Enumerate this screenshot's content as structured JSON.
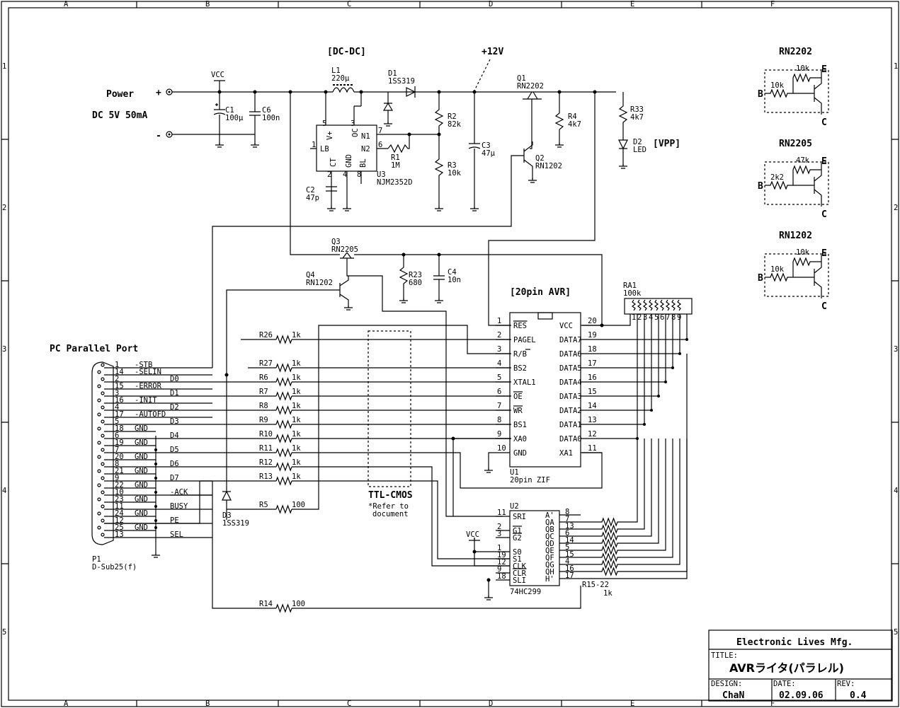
{
  "grid": {
    "cols": [
      "A",
      "B",
      "C",
      "D",
      "E",
      "F"
    ],
    "rows": [
      "1",
      "2",
      "3",
      "4",
      "5"
    ]
  },
  "power": {
    "label": "Power",
    "spec": "DC 5V 50mA",
    "plus": "+",
    "minus": "-",
    "vcc": "VCC",
    "c1": "C1",
    "c1v": "100μ",
    "c6": "C6",
    "c6v": "100n"
  },
  "dcdc": {
    "title": "[DC-DC]",
    "l1": "L1",
    "l1v": "220μ",
    "d1": "D1",
    "d1v": "1SS319",
    "rail": "+12V",
    "u3": "U3",
    "u3v": "NJM2352D",
    "pins": [
      "V+",
      "OC",
      "N1",
      "N2",
      "LB",
      "CT",
      "GND",
      "BL"
    ],
    "pinnums": [
      "5",
      "3",
      "7",
      "6",
      "1",
      "2",
      "4",
      "8"
    ],
    "c2": "C2",
    "c2v": "47p",
    "r1": "R1",
    "r1v": "1M",
    "r2": "R2",
    "r2v": "82k",
    "r3": "R3",
    "r3v": "10k",
    "c3": "C3",
    "c3v": "47μ"
  },
  "vpp": {
    "q1": "Q1",
    "q1v": "RN2202",
    "q2": "Q2",
    "q2v": "RN1202",
    "r4": "R4",
    "r4v": "4k7",
    "r33": "R33",
    "r33v": "4k7",
    "d2": "D2",
    "d2v": "LED",
    "tag": "[VPP]"
  },
  "sw": {
    "q3": "Q3",
    "q3v": "RN2205",
    "q4": "Q4",
    "q4v": "RN1202",
    "r23": "R23",
    "r23v": "680",
    "c4": "C4",
    "c4v": "10n"
  },
  "transistors": [
    {
      "name": "RN2202",
      "r1": "10k",
      "r2": "10k"
    },
    {
      "name": "RN2205",
      "r1": "2k2",
      "r2": "47k"
    },
    {
      "name": "RN1202",
      "r1": "10k",
      "r2": "10k"
    }
  ],
  "tpins": {
    "b": "B",
    "c": "C",
    "e": "E"
  },
  "port": {
    "title": "PC Parallel Port",
    "p1": "P1",
    "p1v": "D-Sub25(f)",
    "pins": [
      {
        "n": "1",
        "s": "-STB"
      },
      {
        "n": "14",
        "s": "-SELIN"
      },
      {
        "n": "2",
        "s": "D0"
      },
      {
        "n": "15",
        "s": "-ERROR"
      },
      {
        "n": "3",
        "s": "D1"
      },
      {
        "n": "16",
        "s": "-INIT"
      },
      {
        "n": "4",
        "s": "D2"
      },
      {
        "n": "17",
        "s": "-AUTOFD"
      },
      {
        "n": "5",
        "s": "D3"
      },
      {
        "n": "18",
        "s": "GND"
      },
      {
        "n": "6",
        "s": "D4"
      },
      {
        "n": "19",
        "s": "GND"
      },
      {
        "n": "7",
        "s": "D5"
      },
      {
        "n": "20",
        "s": "GND"
      },
      {
        "n": "8",
        "s": "D6"
      },
      {
        "n": "21",
        "s": "GND"
      },
      {
        "n": "9",
        "s": "D7"
      },
      {
        "n": "22",
        "s": "GND"
      },
      {
        "n": "10",
        "s": "-ACK"
      },
      {
        "n": "23",
        "s": "GND"
      },
      {
        "n": "11",
        "s": "BUSY"
      },
      {
        "n": "24",
        "s": "GND"
      },
      {
        "n": "12",
        "s": "PE"
      },
      {
        "n": "25",
        "s": "GND"
      },
      {
        "n": "13",
        "s": "SEL"
      }
    ],
    "d3": "D3",
    "d3v": "1SS319"
  },
  "resistors": [
    {
      "n": "R26",
      "v": "1k"
    },
    {
      "n": "R27",
      "v": "1k"
    },
    {
      "n": "R6",
      "v": "1k"
    },
    {
      "n": "R7",
      "v": "1k"
    },
    {
      "n": "R8",
      "v": "1k"
    },
    {
      "n": "R9",
      "v": "1k"
    },
    {
      "n": "R10",
      "v": "1k"
    },
    {
      "n": "R11",
      "v": "1k"
    },
    {
      "n": "R12",
      "v": "1k"
    },
    {
      "n": "R13",
      "v": "1k"
    },
    {
      "n": "R5",
      "v": "100"
    },
    {
      "n": "R14",
      "v": "100"
    }
  ],
  "ttl": {
    "title": "TTL-CMOS",
    "note1": "*Refer to",
    "note2": "document"
  },
  "avr": {
    "title": "[20pin AVR]",
    "ra1": "RA1",
    "ra1v": "100k",
    "ranums": [
      "1",
      "2",
      "3",
      "4",
      "5",
      "6",
      "7",
      "8",
      "9"
    ],
    "left": [
      {
        "n": "1",
        "s": "RES",
        "ov": true
      },
      {
        "n": "2",
        "s": "PAGEL"
      },
      {
        "n": "3",
        "s": "R/B",
        "ovB": true
      },
      {
        "n": "4",
        "s": "BS2"
      },
      {
        "n": "5",
        "s": "XTAL1"
      },
      {
        "n": "6",
        "s": "OE",
        "ov": true
      },
      {
        "n": "7",
        "s": "WR",
        "ov": true
      },
      {
        "n": "8",
        "s": "BS1"
      },
      {
        "n": "9",
        "s": "XA0"
      },
      {
        "n": "10",
        "s": "GND"
      }
    ],
    "right": [
      {
        "n": "20",
        "s": "VCC"
      },
      {
        "n": "19",
        "s": "DATA7"
      },
      {
        "n": "18",
        "s": "DATA6"
      },
      {
        "n": "17",
        "s": "DATA5"
      },
      {
        "n": "16",
        "s": "DATA4"
      },
      {
        "n": "15",
        "s": "DATA3"
      },
      {
        "n": "14",
        "s": "DATA2"
      },
      {
        "n": "13",
        "s": "DATA1"
      },
      {
        "n": "12",
        "s": "DATA0"
      },
      {
        "n": "11",
        "s": "XA1"
      }
    ],
    "u1": "U1",
    "u1v": "20pin ZIF"
  },
  "u2": {
    "name": "U2",
    "part": "74HC299",
    "vcc": "VCC",
    "left": [
      {
        "n": "11",
        "s": "SRI"
      },
      {
        "n": "2",
        "s": "G1",
        "ov": true
      },
      {
        "n": "3",
        "s": "G2",
        "ov": true
      },
      {
        "n": "1",
        "s": "S0"
      },
      {
        "n": "19",
        "s": "S1"
      },
      {
        "n": "12",
        "s": "CLK"
      },
      {
        "n": "9",
        "s": "CLR",
        "ov": true
      },
      {
        "n": "18",
        "s": "SLI"
      }
    ],
    "right": [
      {
        "n": "8",
        "s": "A'"
      },
      {
        "n": "7",
        "s": "QA"
      },
      {
        "n": "13",
        "s": "QB"
      },
      {
        "n": "6",
        "s": "QC"
      },
      {
        "n": "14",
        "s": "QD"
      },
      {
        "n": "5",
        "s": "QE"
      },
      {
        "n": "15",
        "s": "QF"
      },
      {
        "n": "4",
        "s": "QG"
      },
      {
        "n": "16",
        "s": "QH"
      },
      {
        "n": "17",
        "s": "H'"
      }
    ],
    "rn": "R15-22",
    "rnv": "1k"
  },
  "titleblock": {
    "company": "Electronic Lives Mfg.",
    "title_label": "TITLE:",
    "title": "AVRライタ(パラレル)",
    "design_label": "DESIGN:",
    "design": "ChaN",
    "date_label": "DATE:",
    "date": "02.09.06",
    "rev_label": "REV:",
    "rev": "0.4"
  }
}
